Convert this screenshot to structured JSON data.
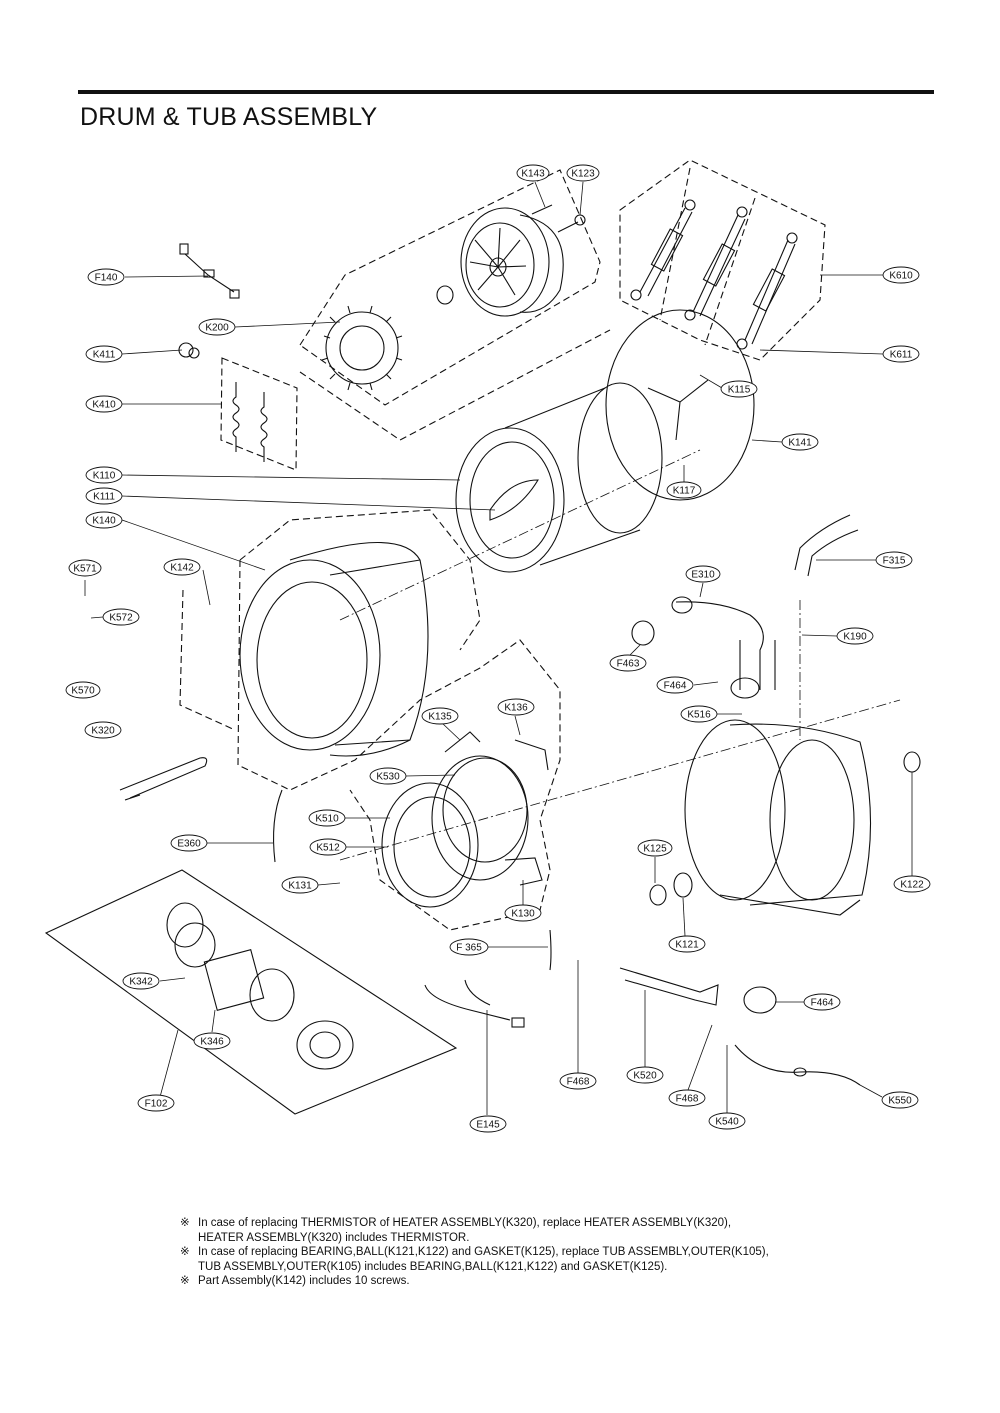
{
  "title": "DRUM & TUB ASSEMBLY",
  "colors": {
    "line": "#111111",
    "background": "#ffffff"
  },
  "callouts": {
    "K143": "K143",
    "K123": "K123",
    "F140": "F140",
    "K610": "K610",
    "K200": "K200",
    "K411": "K411",
    "K611": "K611",
    "K115": "K115",
    "K410": "K410",
    "K141": "K141",
    "K110": "K110",
    "K117": "K117",
    "K111": "K111",
    "K140": "K140",
    "F315": "F315",
    "K571": "K571",
    "K142": "K142",
    "E310": "E310",
    "K572": "K572",
    "K190": "K190",
    "F463": "F463",
    "K570": "K570",
    "F464a": "F464",
    "K516": "K516",
    "K135": "K135",
    "K136": "K136",
    "K320": "K320",
    "K530": "K530",
    "K510": "K510",
    "E360": "E360",
    "K512": "K512",
    "K125": "K125",
    "K131": "K131",
    "K130": "K130",
    "K122": "K122",
    "K121": "K121",
    "F365": "F 365",
    "K342": "K342",
    "F464b": "F464",
    "K346": "K346",
    "F468a": "F468",
    "K520": "K520",
    "F468b": "F468",
    "F102": "F102",
    "K550": "K550",
    "E145": "E145",
    "K540": "K540"
  },
  "notes": [
    {
      "mark": "※",
      "lines": [
        "In case of replacing THERMISTOR of HEATER ASSEMBLY(K320), replace HEATER ASSEMBLY(K320),",
        "HEATER ASSEMBLY(K320) includes THERMISTOR."
      ]
    },
    {
      "mark": "※",
      "lines": [
        "In case of replacing BEARING,BALL(K121,K122) and GASKET(K125), replace TUB ASSEMBLY,OUTER(K105),",
        "TUB ASSEMBLY,OUTER(K105) includes BEARING,BALL(K121,K122) and GASKET(K125)."
      ]
    },
    {
      "mark": "※",
      "lines": [
        "Part Assembly(K142) includes 10 screws."
      ]
    }
  ]
}
